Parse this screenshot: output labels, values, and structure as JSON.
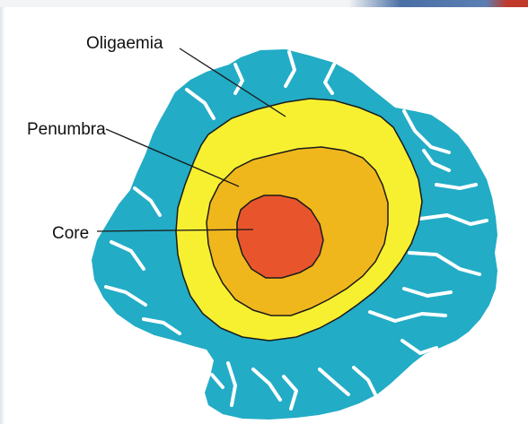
{
  "labels": {
    "oligaemia": "Oligaemia",
    "penumbra": "Penumbra",
    "core": "Core"
  },
  "colors": {
    "brain": "#22acc6",
    "oligaemia": "#f7f031",
    "penumbra": "#f0b71d",
    "core": "#e8552d",
    "outline": "#1a1a1a",
    "vessel": "#ffffff"
  }
}
